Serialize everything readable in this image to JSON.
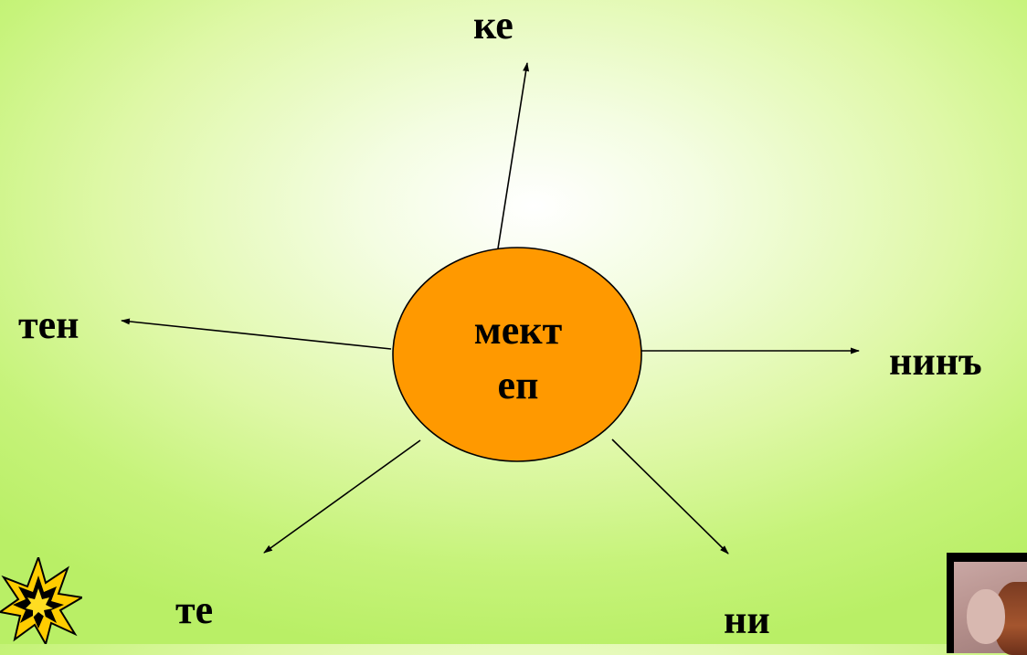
{
  "center": {
    "line1": "мект",
    "line2": "еп",
    "fill_color": "#ff9900"
  },
  "branches": {
    "top": "ке",
    "left": "тен",
    "right": "нинъ",
    "bottom_left": "те",
    "bottom_right": "ни"
  },
  "decorations": {
    "star_icon": "starburst-icon",
    "photo": "portrait-thumbnail"
  }
}
